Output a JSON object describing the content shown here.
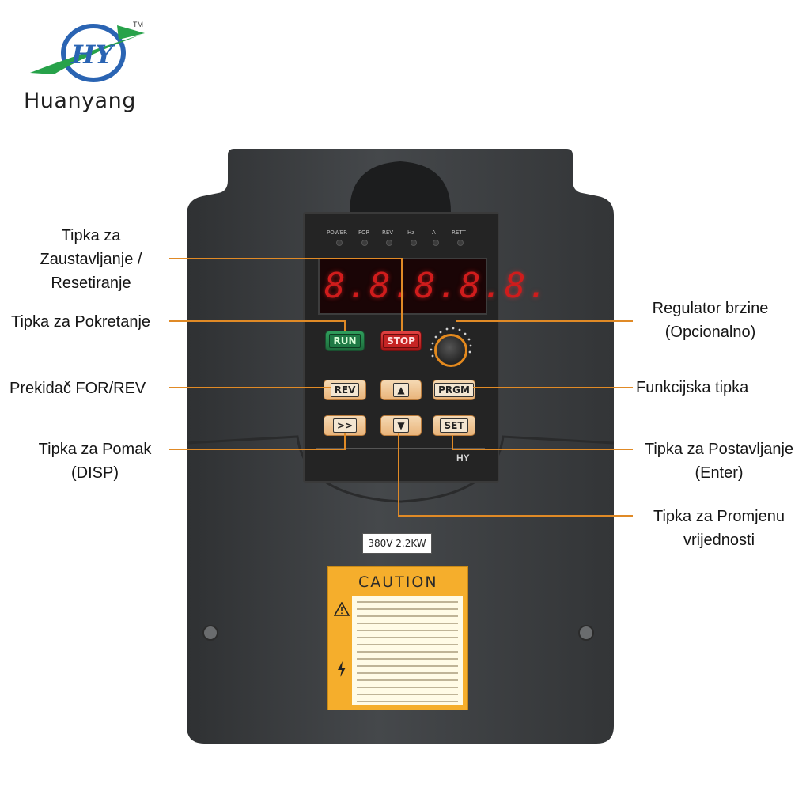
{
  "brand": {
    "name": "Huanyang",
    "trademark": "TM"
  },
  "panel": {
    "led_labels": [
      "POWER",
      "FOR",
      "REV",
      "Hz",
      "A",
      "RETT"
    ],
    "display_digits": "8.8.8.8.8.",
    "buttons": {
      "run": "RUN",
      "stop": "STOP",
      "rev": "REV",
      "up": "▲",
      "prgm": "PRGM",
      "shift": ">>",
      "down": "▼",
      "set": "SET"
    },
    "model_mark": "HY"
  },
  "rating_label": "380V 2.2KW",
  "caution": {
    "title": "CAUTION"
  },
  "callouts": {
    "stop_reset": [
      "Tipka za",
      "Zaustavljanje /",
      "Resetiranje"
    ],
    "run": "Tipka za Pokretanje",
    "for_rev": "Prekidač FOR/REV",
    "shift": [
      "Tipka za Pomak",
      "(DISP)"
    ],
    "speed": [
      "Regulator brzine",
      "(Opcionalno)"
    ],
    "function": "Funkcijska tipka",
    "set": [
      "Tipka za Postavljanje",
      "(Enter)"
    ],
    "change": [
      "Tipka za Promjenu",
      "vrijednosti"
    ]
  },
  "colors": {
    "callout_line": "#e08a26",
    "housing": "#3c3e40",
    "display_red": "#d01c1c",
    "caution_bg": "#f5ae2c"
  }
}
